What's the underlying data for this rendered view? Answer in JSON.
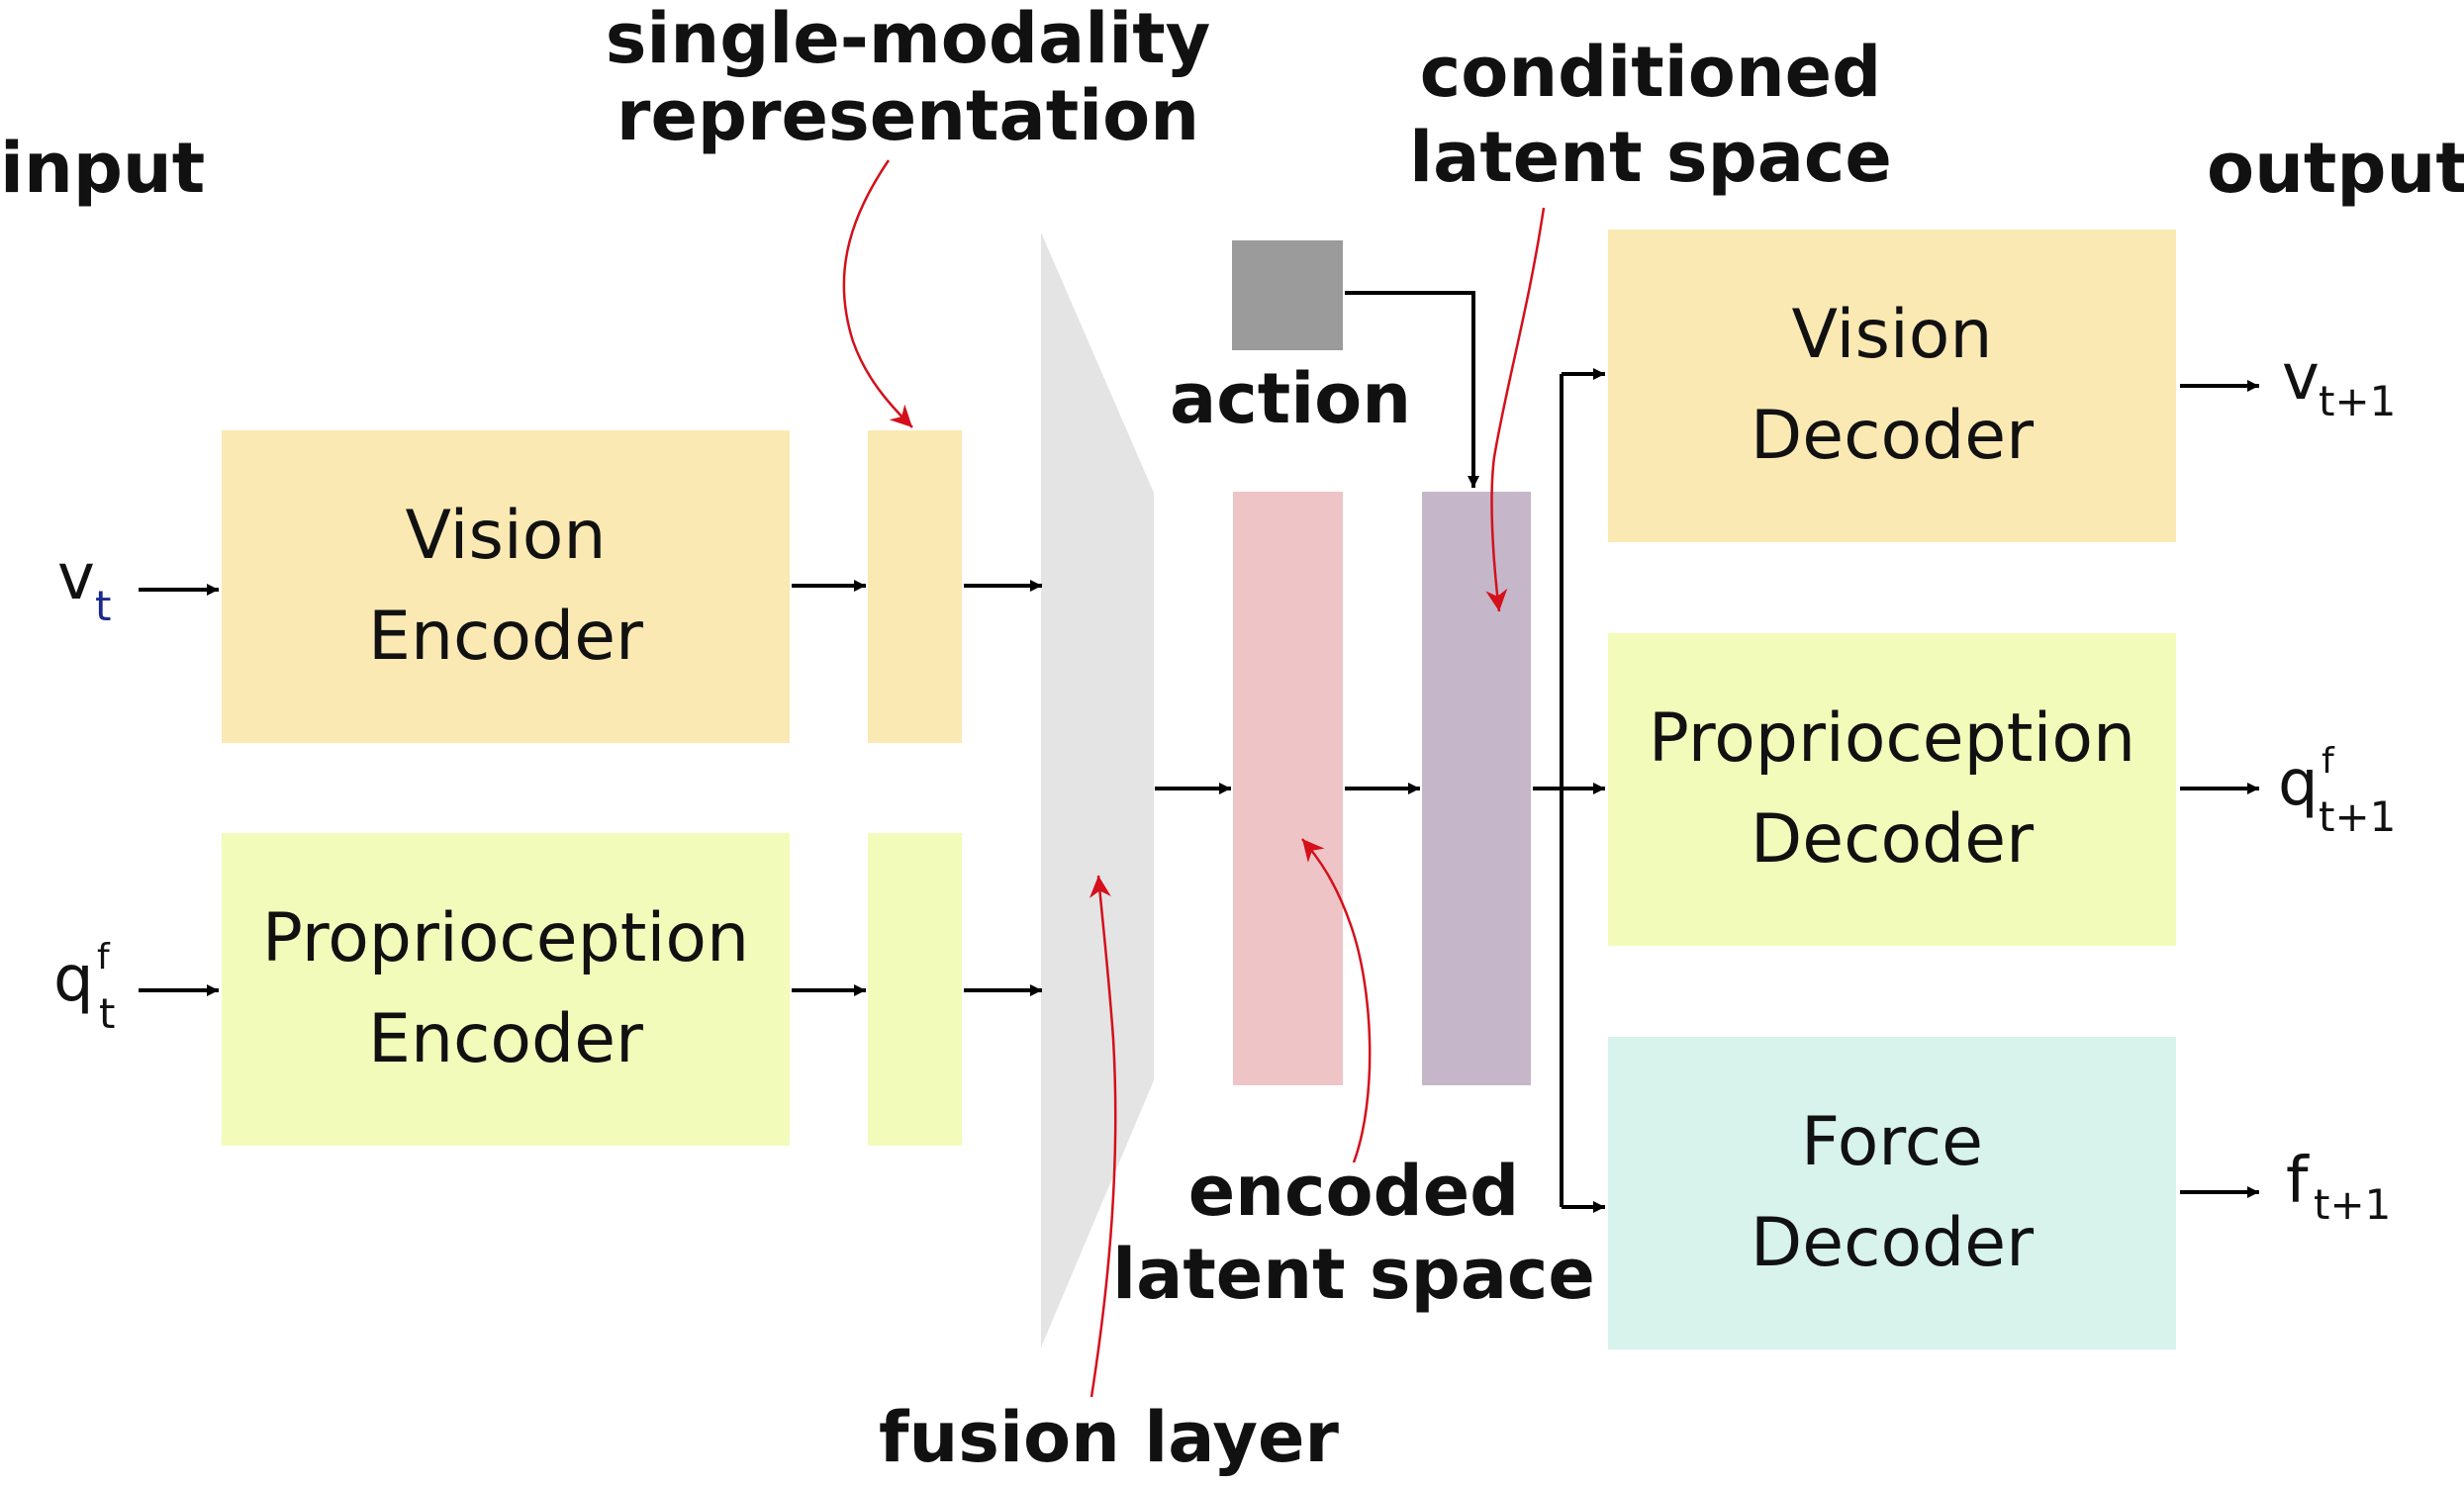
{
  "labels": {
    "input": "input",
    "output": "output",
    "single_modality": [
      "single-modality",
      "representation"
    ],
    "conditioned": [
      "conditioned",
      "latent space"
    ],
    "action": "action",
    "encoded": [
      "encoded",
      "latent space"
    ],
    "fusion": "fusion layer"
  },
  "blocks": {
    "vision_encoder": [
      "Vision",
      "Encoder"
    ],
    "proprio_encoder": [
      "Proprioception",
      "Encoder"
    ],
    "vision_decoder": [
      "Vision",
      "Decoder"
    ],
    "proprio_decoder": [
      "Proprioception",
      "Decoder"
    ],
    "force_decoder": [
      "Force",
      "Decoder"
    ]
  },
  "symbols": {
    "v": "v",
    "q": "q",
    "f": "f",
    "t": "t",
    "t1": "t+1",
    "sup_f": "f"
  },
  "colors": {
    "vision": "#fbe9b4",
    "proprio": "#f2fbba",
    "force": "#d7f3ec",
    "encoded": "#efc4c7",
    "conditioned": "#c5b6c9",
    "fusion": "#e4e4e4",
    "action": "#9b9b9b",
    "annotation": "#d4101b",
    "subscript_blue": "#1c2a8e"
  }
}
